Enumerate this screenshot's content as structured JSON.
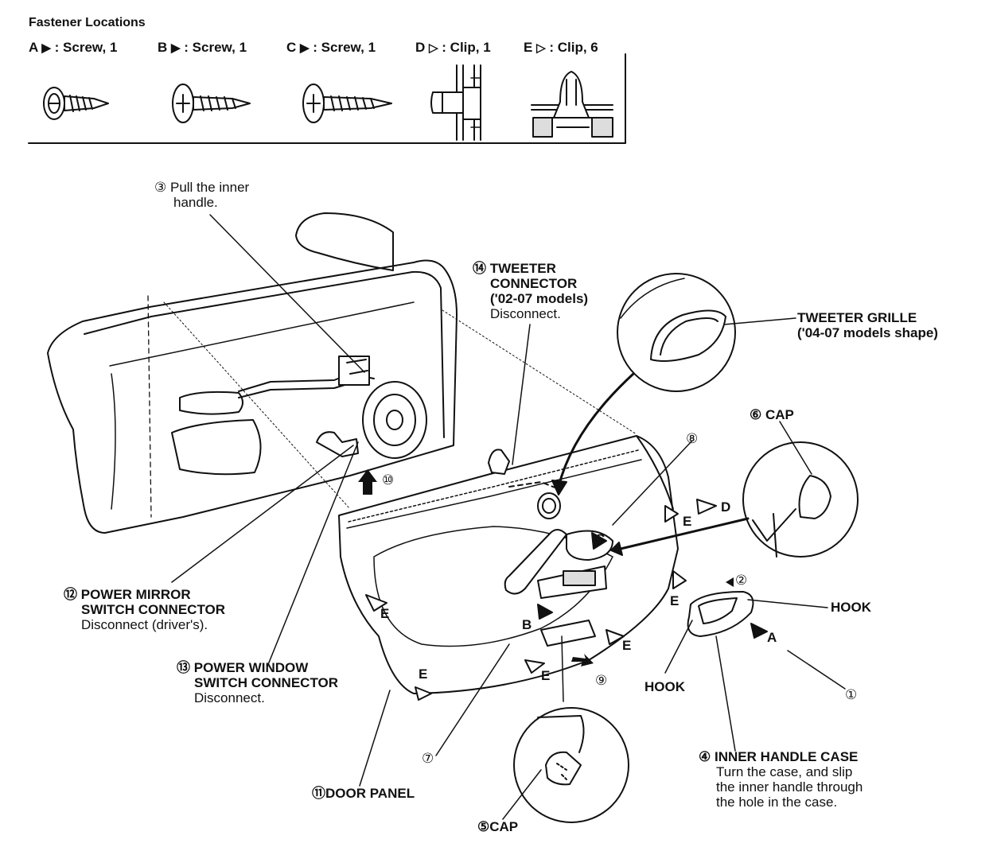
{
  "fasteners": {
    "title": "Fastener Locations",
    "items": [
      {
        "letter": "A",
        "symbol": "▶",
        "text": ": Screw, 1"
      },
      {
        "letter": "B",
        "symbol": "▶",
        "text": ": Screw, 1"
      },
      {
        "letter": "C",
        "symbol": "▶",
        "text": ": Screw, 1"
      },
      {
        "letter": "D",
        "symbol": "▷",
        "text": ": Clip, 1"
      },
      {
        "letter": "E",
        "symbol": "▷",
        "text": ": Clip, 6"
      }
    ]
  },
  "callouts": {
    "s3": {
      "num": "③",
      "line1": "Pull the inner",
      "line2": "handle."
    },
    "s14": {
      "num": "⑭",
      "line1": "TWEETER",
      "line2": "CONNECTOR",
      "line3": "('02-07  models)",
      "line4": "Disconnect."
    },
    "grille": {
      "line1": "TWEETER GRILLE",
      "line2": "('04-07  models shape)"
    },
    "s6": {
      "num": "⑥",
      "label": "CAP"
    },
    "s8": {
      "num": "⑧"
    },
    "s2": {
      "num": "②"
    },
    "hook_right": "HOOK",
    "hook_left": "HOOK",
    "s1": {
      "num": "①"
    },
    "s12": {
      "num": "⑫",
      "line1": "POWER MIRROR",
      "line2": "SWITCH CONNECTOR",
      "line3": "Disconnect (driver's)."
    },
    "s13": {
      "num": "⑬",
      "line1": "POWER WINDOW",
      "line2": "SWITCH CONNECTOR",
      "line3": "Disconnect."
    },
    "s10": {
      "num": "⑩"
    },
    "s9": {
      "num": "⑨"
    },
    "s7": {
      "num": "⑦"
    },
    "s11": {
      "num": "⑪",
      "label": "DOOR PANEL"
    },
    "s5": {
      "num": "⑤",
      "label": "CAP"
    },
    "s4": {
      "num": "④",
      "line1": "INNER HANDLE CASE",
      "line2": "Turn the case, and slip",
      "line3": "the inner handle through",
      "line4": "the hole in the case."
    }
  },
  "markers": {
    "a": "A",
    "b": "B",
    "c": "C",
    "d": "D",
    "e": "E"
  }
}
